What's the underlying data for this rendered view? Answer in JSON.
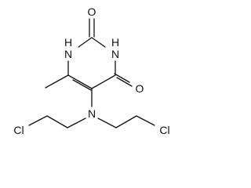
{
  "structure": {
    "atoms": {
      "o_top": "O",
      "nh_left": "H\nN",
      "nh_right": "N\nH",
      "o_right": "O",
      "n_center": "N",
      "cl_left": "Cl",
      "cl_right": "Cl"
    },
    "line_color": "#111111",
    "background": "#ffffff"
  }
}
